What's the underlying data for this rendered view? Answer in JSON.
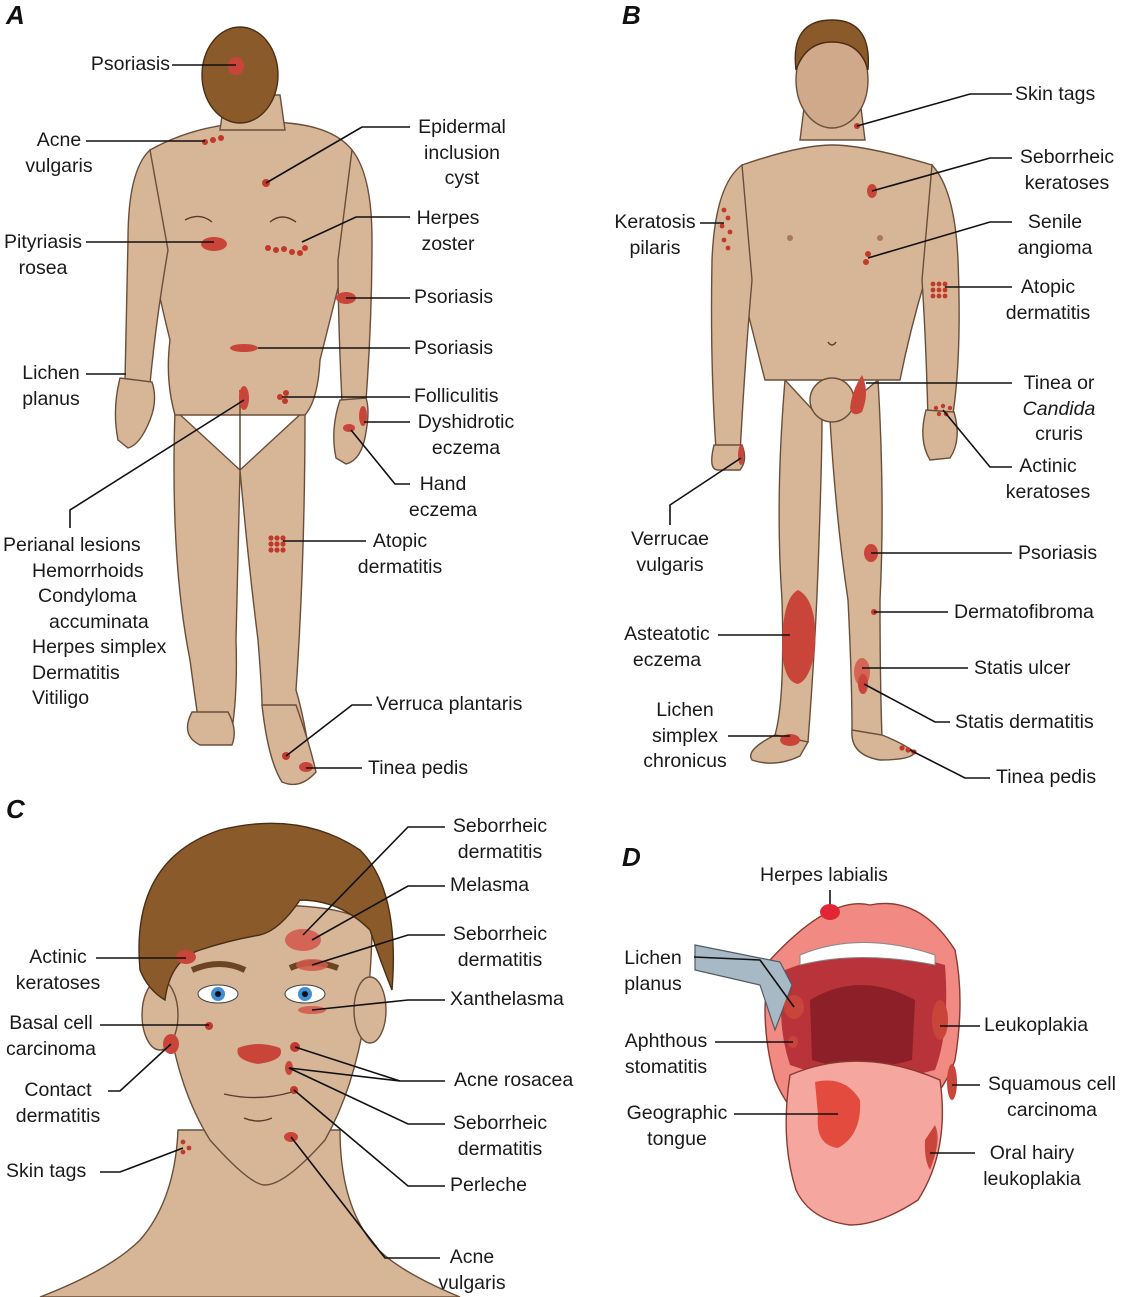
{
  "panels": [
    {
      "id": "A",
      "letter": "A",
      "labels": [
        {
          "key": "a_psoriasis_scalp",
          "lines": [
            "Psoriasis"
          ]
        },
        {
          "key": "a_acne",
          "lines": [
            "Acne",
            "vulgaris"
          ]
        },
        {
          "key": "a_epidermal",
          "lines": [
            "Epidermal",
            "inclusion",
            "cyst"
          ]
        },
        {
          "key": "a_herpes_zoster",
          "lines": [
            "Herpes",
            "zoster"
          ]
        },
        {
          "key": "a_pityriasis",
          "lines": [
            "Pityriasis",
            "rosea"
          ]
        },
        {
          "key": "a_psoriasis_elbow",
          "lines": [
            "Psoriasis"
          ]
        },
        {
          "key": "a_psoriasis_back",
          "lines": [
            "Psoriasis"
          ]
        },
        {
          "key": "a_lichen",
          "lines": [
            "Lichen",
            "planus"
          ]
        },
        {
          "key": "a_folliculitis",
          "lines": [
            "Folliculitis"
          ]
        },
        {
          "key": "a_dyshidrotic",
          "lines": [
            "Dyshidrotic",
            "eczema"
          ]
        },
        {
          "key": "a_hand_eczema",
          "lines": [
            "Hand",
            "eczema"
          ]
        },
        {
          "key": "a_perianal",
          "lines": [
            "Perianal lesions",
            "Hemorrhoids",
            "Condyloma",
            "accuminata",
            "Herpes simplex",
            "Dermatitis",
            "Vitiligo"
          ]
        },
        {
          "key": "a_atopic",
          "lines": [
            "Atopic",
            "dermatitis"
          ]
        },
        {
          "key": "a_verruca",
          "lines": [
            "Verruca plantaris"
          ]
        },
        {
          "key": "a_tinea",
          "lines": [
            "Tinea pedis"
          ]
        }
      ]
    },
    {
      "id": "B",
      "letter": "B",
      "labels": [
        {
          "key": "b_skin_tags",
          "lines": [
            "Skin tags"
          ]
        },
        {
          "key": "b_seb_ker",
          "lines": [
            "Seborrheic",
            "keratoses"
          ]
        },
        {
          "key": "b_keratosis",
          "lines": [
            "Keratosis",
            "pilaris"
          ]
        },
        {
          "key": "b_senile",
          "lines": [
            "Senile",
            "angioma"
          ]
        },
        {
          "key": "b_atopic",
          "lines": [
            "Atopic",
            "dermatitis"
          ]
        },
        {
          "key": "b_tinea_cruris",
          "lines": [
            "Tinea or",
            "Candida",
            "cruris"
          ]
        },
        {
          "key": "b_actinic",
          "lines": [
            "Actinic",
            "keratoses"
          ]
        },
        {
          "key": "b_verrucae",
          "lines": [
            "Verrucae",
            "vulgaris"
          ]
        },
        {
          "key": "b_psoriasis",
          "lines": [
            "Psoriasis"
          ]
        },
        {
          "key": "b_dermatofibroma",
          "lines": [
            "Dermatofibroma"
          ]
        },
        {
          "key": "b_asteatotic",
          "lines": [
            "Asteatotic",
            "eczema"
          ]
        },
        {
          "key": "b_statis_ulcer",
          "lines": [
            "Statis ulcer"
          ]
        },
        {
          "key": "b_statis_derm",
          "lines": [
            "Statis dermatitis"
          ]
        },
        {
          "key": "b_lichen_simplex",
          "lines": [
            "Lichen",
            "simplex",
            "chronicus"
          ]
        },
        {
          "key": "b_tinea_pedis",
          "lines": [
            "Tinea pedis"
          ]
        }
      ]
    },
    {
      "id": "C",
      "letter": "C",
      "labels": [
        {
          "key": "c_seb_derm_1",
          "lines": [
            "Seborrheic",
            "dermatitis"
          ]
        },
        {
          "key": "c_melasma",
          "lines": [
            "Melasma"
          ]
        },
        {
          "key": "c_seb_derm_2",
          "lines": [
            "Seborrheic",
            "dermatitis"
          ]
        },
        {
          "key": "c_actinic",
          "lines": [
            "Actinic",
            "keratoses"
          ]
        },
        {
          "key": "c_xanthelasma",
          "lines": [
            "Xanthelasma"
          ]
        },
        {
          "key": "c_basal",
          "lines": [
            "Basal cell",
            "carcinoma"
          ]
        },
        {
          "key": "c_acne_rosacea",
          "lines": [
            "Acne rosacea"
          ]
        },
        {
          "key": "c_contact",
          "lines": [
            "Contact",
            "dermatitis"
          ]
        },
        {
          "key": "c_seb_derm_3",
          "lines": [
            "Seborrheic",
            "dermatitis"
          ]
        },
        {
          "key": "c_skin_tags",
          "lines": [
            "Skin tags"
          ]
        },
        {
          "key": "c_perleche",
          "lines": [
            "Perleche"
          ]
        },
        {
          "key": "c_acne_vulgaris",
          "lines": [
            "Acne",
            "vulgaris"
          ]
        }
      ]
    },
    {
      "id": "D",
      "letter": "D",
      "labels": [
        {
          "key": "d_herpes",
          "lines": [
            "Herpes labialis"
          ]
        },
        {
          "key": "d_lichen",
          "lines": [
            "Lichen",
            "planus"
          ]
        },
        {
          "key": "d_leukoplakia",
          "lines": [
            "Leukoplakia"
          ]
        },
        {
          "key": "d_aphthous",
          "lines": [
            "Aphthous",
            "stomatitis"
          ]
        },
        {
          "key": "d_squamous",
          "lines": [
            "Squamous cell",
            "carcinoma"
          ]
        },
        {
          "key": "d_geographic",
          "lines": [
            "Geographic",
            "tongue"
          ]
        },
        {
          "key": "d_hairy",
          "lines": [
            "Oral hairy",
            "leukoplakia"
          ]
        }
      ]
    }
  ],
  "colors": {
    "skin": "#d7b597",
    "hair": "#8b5a2b",
    "lesion": "#c9453a",
    "leader": "#111111"
  }
}
